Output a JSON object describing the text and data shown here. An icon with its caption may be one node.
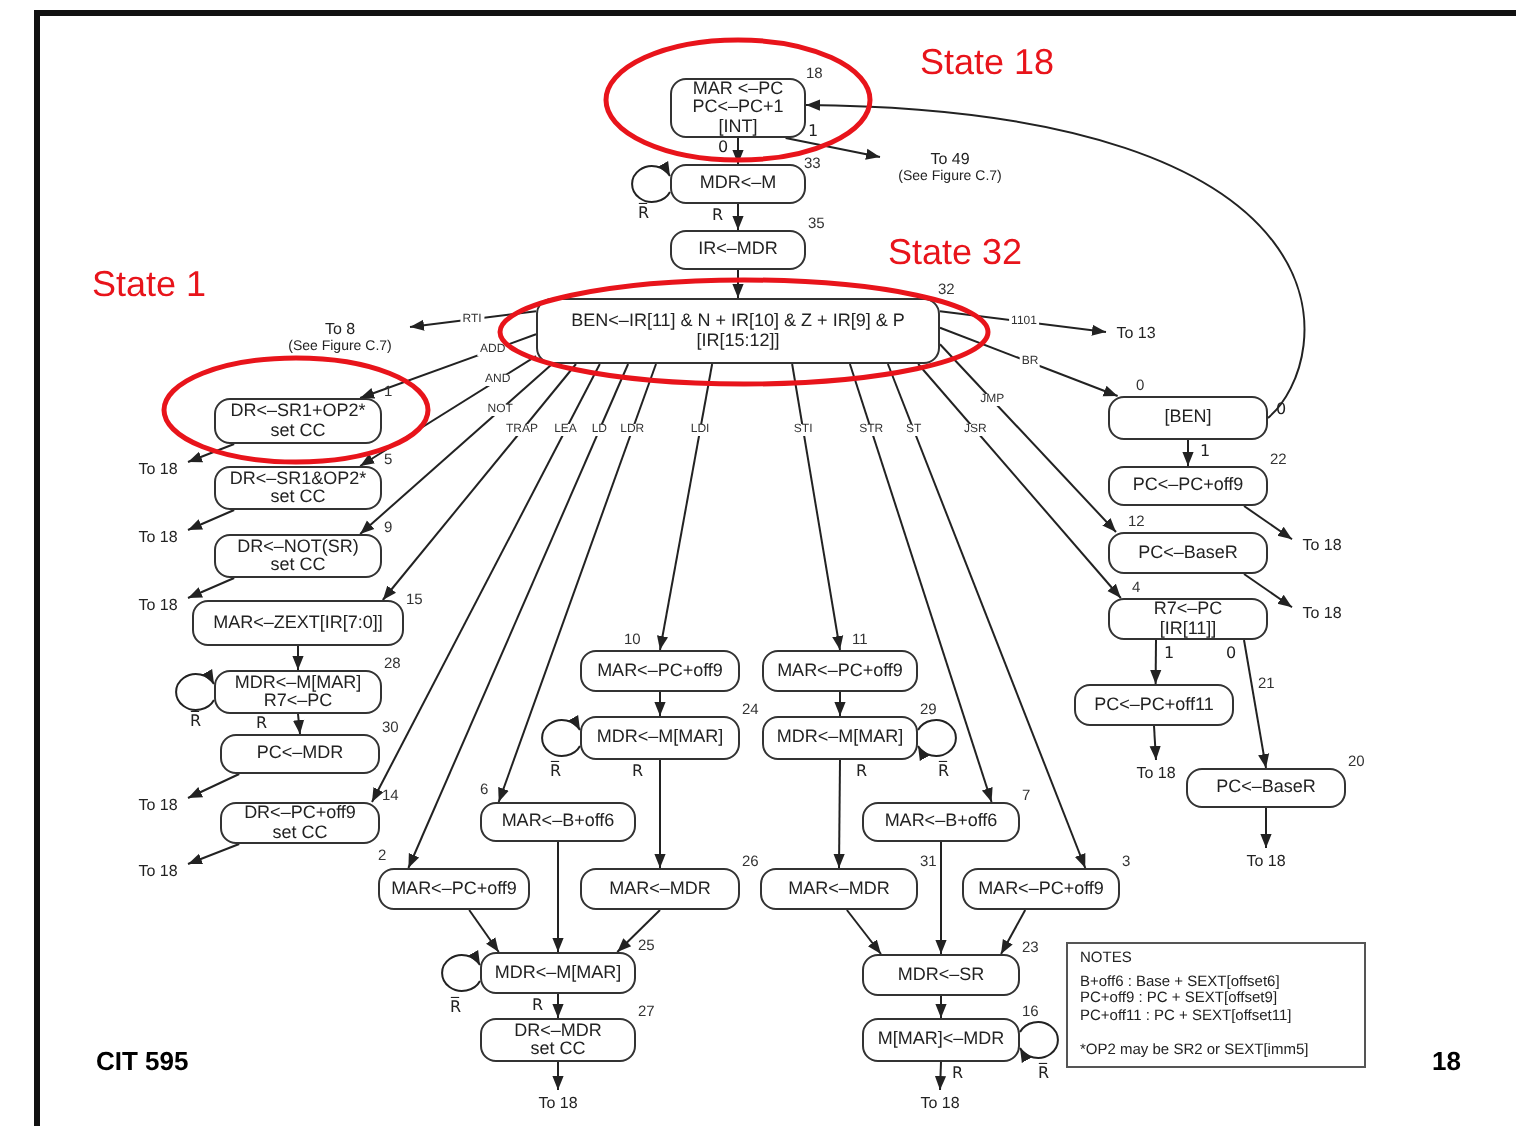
{
  "diagram": {
    "nodes": [
      {
        "text": [
          "MAR <–PC",
          "PC<–PC+1",
          "[INT]"
        ],
        "beside": [
          "18"
        ]
      },
      {
        "text": [
          "To 49",
          "(See Figure C.7)"
        ]
      },
      {
        "text": [
          "MDR<–M"
        ],
        "beside": [
          "33"
        ]
      },
      {
        "text": [
          "IR<–MDR"
        ],
        "beside": [
          "35"
        ]
      },
      {
        "text": [
          "BEN<–IR[11] & N + IR[10] & Z + IR[9] & P",
          "[IR[15:12]]"
        ],
        "beside": [
          "32"
        ]
      },
      {
        "text": [
          "To 8",
          "(See Figure C.7)"
        ]
      },
      {
        "text": [
          "To 13"
        ]
      },
      {
        "text": [
          "DR<–SR1+OP2*",
          "set CC"
        ],
        "beside": [
          "1"
        ]
      },
      {
        "text": [
          "To 18"
        ]
      },
      {
        "text": [
          "DR<–SR1&OP2*",
          "set CC"
        ],
        "beside": [
          "5"
        ]
      },
      {
        "text": [
          "To 18"
        ]
      },
      {
        "text": [
          "DR<–NOT(SR)",
          "set CC"
        ],
        "beside": [
          "9"
        ]
      },
      {
        "text": [
          "To 18"
        ]
      },
      {
        "text": [
          "MAR<–ZEXT[IR[7:0]]"
        ],
        "beside": [
          "15"
        ]
      },
      {
        "text": [
          "MDR<–M[MAR]",
          "R7<–PC"
        ],
        "beside": [
          "28"
        ]
      },
      {
        "text": [
          "PC<–MDR"
        ],
        "beside": [
          "30"
        ]
      },
      {
        "text": [
          "To 18"
        ]
      },
      {
        "text": [
          "DR<–PC+off9",
          "set CC"
        ],
        "beside": [
          "14"
        ]
      },
      {
        "text": [
          "To 18"
        ]
      },
      {
        "text": [
          "MAR<–PC+off9"
        ],
        "beside": [
          "10"
        ]
      },
      {
        "text": [
          "MDR<–M[MAR]"
        ],
        "beside": [
          "24"
        ]
      },
      {
        "text": [
          "MAR<–B+off6"
        ],
        "beside": [
          "6"
        ]
      },
      {
        "text": [
          "MAR<–PC+off9"
        ],
        "beside": [
          "2"
        ]
      },
      {
        "text": [
          "MAR<–MDR"
        ],
        "beside": [
          "26"
        ]
      },
      {
        "text": [
          "MDR<–M[MAR]"
        ],
        "beside": [
          "25"
        ]
      },
      {
        "text": [
          "DR<–MDR",
          "set CC"
        ],
        "beside": [
          "27"
        ]
      },
      {
        "text": [
          "To 18"
        ]
      },
      {
        "text": [
          "MAR<–PC+off9"
        ],
        "beside": [
          "11"
        ]
      },
      {
        "text": [
          "MDR<–M[MAR]"
        ],
        "beside": [
          "29"
        ]
      },
      {
        "text": [
          "MAR<–B+off6"
        ],
        "beside": [
          "7"
        ]
      },
      {
        "text": [
          "MAR<–MDR"
        ],
        "beside": [
          "31"
        ]
      },
      {
        "text": [
          "MAR<–PC+off9"
        ],
        "beside": [
          "3"
        ]
      },
      {
        "text": [
          "MDR<–SR"
        ],
        "beside": [
          "23"
        ]
      },
      {
        "text": [
          "M[MAR]<–MDR"
        ],
        "beside": [
          "16"
        ]
      },
      {
        "text": [
          "To 18"
        ]
      },
      {
        "text": [
          "[BEN]"
        ],
        "beside": [
          "0"
        ]
      },
      {
        "text": [
          "PC<–PC+off9"
        ],
        "beside": [
          "22"
        ]
      },
      {
        "text": [
          "To 18"
        ]
      },
      {
        "text": [
          "PC<–BaseR"
        ],
        "beside": [
          "12"
        ]
      },
      {
        "text": [
          "To 18"
        ]
      },
      {
        "text": [
          "R7<–PC",
          "[IR[11]]"
        ],
        "beside": [
          "4"
        ]
      },
      {
        "text": [
          "PC<–PC+off11"
        ],
        "beside": [
          "21"
        ]
      },
      {
        "text": [
          "To 18"
        ]
      },
      {
        "text": [
          "PC<–BaseR"
        ],
        "beside": [
          "20"
        ]
      },
      {
        "text": [
          "To 18"
        ]
      },
      {
        "text": [
          "NOTES",
          "B+off6 : Base + SEXT[offset6]",
          "PC+off9 : PC + SEXT[offset9]",
          "PC+off11 : PC + SEXT[offset11]",
          "*OP2 may be SR2 or SEXT[imm5]"
        ]
      }
    ],
    "edges": [
      {
        "from": 0,
        "to": 2,
        "arrow": "to",
        "label": "0"
      },
      {
        "from": 0,
        "to": 1,
        "arrow": "to",
        "label": "1"
      },
      {
        "from": 2,
        "to": 2,
        "arrow": "to",
        "label": "R̅"
      },
      {
        "from": 2,
        "to": 3,
        "arrow": "to",
        "label": "R"
      },
      {
        "from": 3,
        "to": 4,
        "arrow": "to"
      },
      {
        "from": 4,
        "to": 5,
        "arrow": "to",
        "label": "RTI"
      },
      {
        "from": 4,
        "to": 6,
        "arrow": "to",
        "label": "1101"
      },
      {
        "from": 4,
        "to": 7,
        "arrow": "to",
        "label": "ADD"
      },
      {
        "from": 4,
        "to": 9,
        "arrow": "to",
        "label": "AND"
      },
      {
        "from": 4,
        "to": 11,
        "arrow": "to",
        "label": "NOT"
      },
      {
        "from": 4,
        "to": 13,
        "arrow": "to",
        "label": "TRAP"
      },
      {
        "from": 4,
        "to": 17,
        "arrow": "to",
        "label": "LEA"
      },
      {
        "from": 4,
        "to": 22,
        "arrow": "to",
        "label": "LD"
      },
      {
        "from": 4,
        "to": 21,
        "arrow": "to",
        "label": "LDR"
      },
      {
        "from": 4,
        "to": 19,
        "arrow": "to",
        "label": "LDI"
      },
      {
        "from": 4,
        "to": 27,
        "arrow": "to",
        "label": "STI"
      },
      {
        "from": 4,
        "to": 29,
        "arrow": "to",
        "label": "STR"
      },
      {
        "from": 4,
        "to": 31,
        "arrow": "to",
        "label": "ST"
      },
      {
        "from": 4,
        "to": 40,
        "arrow": "to",
        "label": "JSR"
      },
      {
        "from": 4,
        "to": 38,
        "arrow": "to",
        "label": "JMP"
      },
      {
        "from": 4,
        "to": 35,
        "arrow": "to",
        "label": "BR"
      },
      {
        "from": 7,
        "to": 8,
        "arrow": "to"
      },
      {
        "from": 9,
        "to": 10,
        "arrow": "to"
      },
      {
        "from": 11,
        "to": 12,
        "arrow": "to"
      },
      {
        "from": 13,
        "to": 14,
        "arrow": "to"
      },
      {
        "from": 14,
        "to": 14,
        "arrow": "to",
        "label": "R̅"
      },
      {
        "from": 14,
        "to": 15,
        "arrow": "to",
        "label": "R"
      },
      {
        "from": 15,
        "to": 16,
        "arrow": "to"
      },
      {
        "from": 17,
        "to": 18,
        "arrow": "to"
      },
      {
        "from": 19,
        "to": 20,
        "arrow": "to"
      },
      {
        "from": 20,
        "to": 20,
        "arrow": "to",
        "label": "R̅"
      },
      {
        "from": 20,
        "to": 23,
        "arrow": "to",
        "label": "R"
      },
      {
        "from": 21,
        "to": 24,
        "arrow": "to"
      },
      {
        "from": 22,
        "to": 24,
        "arrow": "to"
      },
      {
        "from": 23,
        "to": 24,
        "arrow": "to"
      },
      {
        "from": 24,
        "to": 24,
        "arrow": "to",
        "label": "R̅"
      },
      {
        "from": 24,
        "to": 25,
        "arrow": "to",
        "label": "R"
      },
      {
        "from": 25,
        "to": 26,
        "arrow": "to"
      },
      {
        "from": 27,
        "to": 28,
        "arrow": "to"
      },
      {
        "from": 28,
        "to": 28,
        "arrow": "to",
        "label": "R̅"
      },
      {
        "from": 28,
        "to": 30,
        "arrow": "to",
        "label": "R"
      },
      {
        "from": 29,
        "to": 32,
        "arrow": "to"
      },
      {
        "from": 30,
        "to": 32,
        "arrow": "to"
      },
      {
        "from": 31,
        "to": 32,
        "arrow": "to"
      },
      {
        "from": 32,
        "to": 33,
        "arrow": "to"
      },
      {
        "from": 33,
        "to": 33,
        "arrow": "to",
        "label": "R̅"
      },
      {
        "from": 33,
        "to": 34,
        "arrow": "to",
        "label": "R"
      },
      {
        "from": 35,
        "to": 36,
        "arrow": "to",
        "label": "1"
      },
      {
        "from": 35,
        "to": 0,
        "arrow": "to",
        "label": "0"
      },
      {
        "from": 36,
        "to": 37,
        "arrow": "to"
      },
      {
        "from": 38,
        "to": 39,
        "arrow": "to"
      },
      {
        "from": 40,
        "to": 41,
        "arrow": "to",
        "label": "1"
      },
      {
        "from": 40,
        "to": 43,
        "arrow": "to",
        "label": "0"
      },
      {
        "from": 41,
        "to": 42,
        "arrow": "to"
      },
      {
        "from": 43,
        "to": 44,
        "arrow": "to"
      }
    ],
    "labels": [
      "State 18",
      "State 32",
      "State 1",
      "CIT 595",
      "18"
    ]
  }
}
